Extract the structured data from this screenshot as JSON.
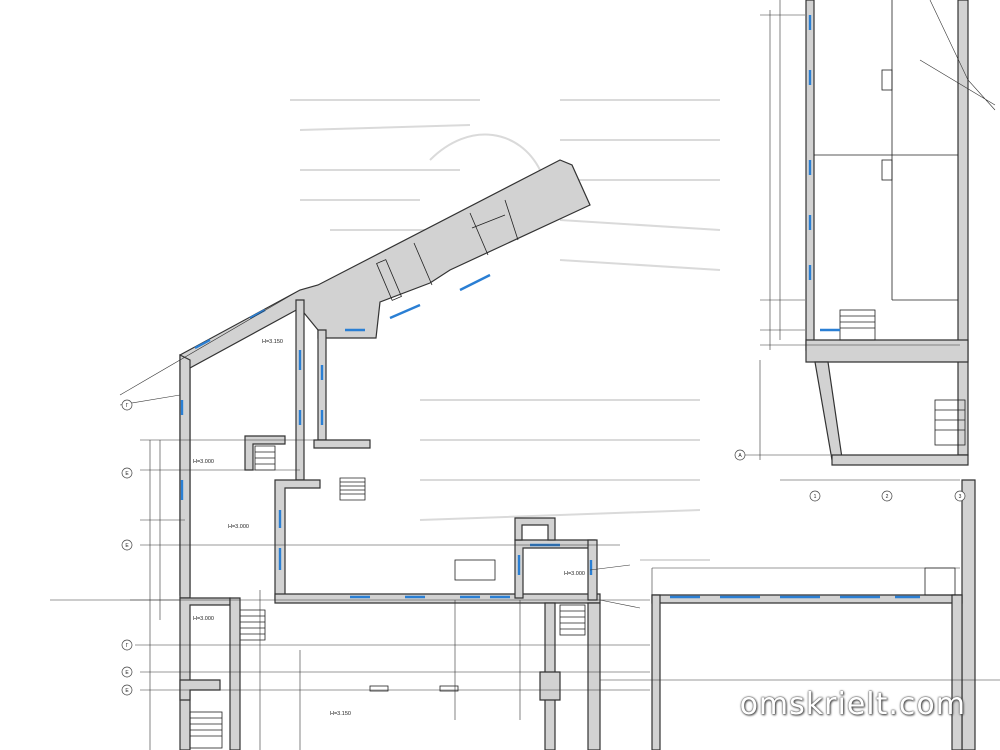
{
  "watermark": "omskrielt.com",
  "rooms": {
    "r1_height": "H=3.150",
    "r2_height": "H=3.000",
    "r3_height": "H=3.000",
    "r4_height": "H=3.000",
    "r5_height": "H=3.150",
    "r6_height": "H=3.000"
  },
  "axis_labels": [
    "Г",
    "Е",
    "Е",
    "Г",
    "Е",
    "Е",
    "А",
    "1",
    "2",
    "3"
  ]
}
